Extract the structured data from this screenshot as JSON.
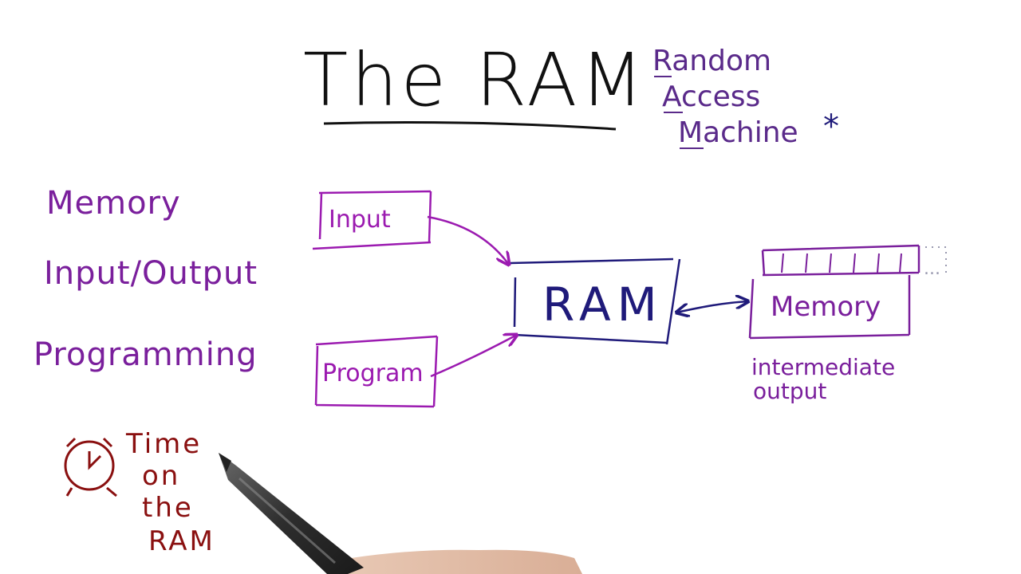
{
  "colors": {
    "title": "#111111",
    "acronym": "#5a2a8a",
    "purple": "#7a1f9c",
    "magenta": "#9b1ab0",
    "navy": "#1f1a7a",
    "time": "#8a1010",
    "pen": "#3a3a3a"
  },
  "title": "The RAM",
  "acronym": {
    "lines": [
      "Random",
      "Access",
      "Machine"
    ],
    "footnote_mark": "*"
  },
  "sidebar": {
    "items": [
      "Memory",
      "Input/Output",
      "Programming"
    ]
  },
  "diagram": {
    "input_box": "Input",
    "program_box": "Program",
    "ram_box": "RAM",
    "memory_box": "Memory",
    "memory_note": [
      "intermediate",
      "output"
    ],
    "continuation": "..."
  },
  "time_note": {
    "lines": [
      "Time",
      "on",
      "the",
      "RAM"
    ],
    "icon": "alarm-clock-icon"
  },
  "pen_icon": "stylus-pen-icon"
}
